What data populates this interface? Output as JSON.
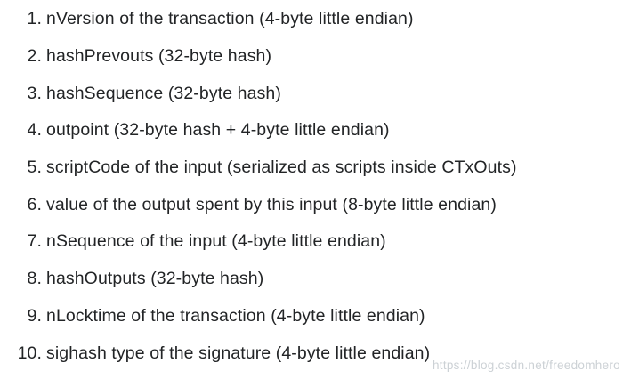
{
  "page": {
    "background_color": "#ffffff",
    "text_color": "#222426"
  },
  "list": {
    "items": [
      {
        "number": "1.",
        "text": "nVersion of the transaction (4-byte little endian)"
      },
      {
        "number": "2.",
        "text": "hashPrevouts (32-byte hash)"
      },
      {
        "number": "3.",
        "text": "hashSequence (32-byte hash)"
      },
      {
        "number": "4.",
        "text": "outpoint (32-byte hash + 4-byte little endian)"
      },
      {
        "number": "5.",
        "text": "scriptCode of the input (serialized as scripts inside CTxOuts)"
      },
      {
        "number": "6.",
        "text": "value of the output spent by this input (8-byte little endian)"
      },
      {
        "number": "7.",
        "text": "nSequence of the input (4-byte little endian)"
      },
      {
        "number": "8.",
        "text": "hashOutputs (32-byte hash)"
      },
      {
        "number": "9.",
        "text": "nLocktime of the transaction (4-byte little endian)"
      },
      {
        "number": "10.",
        "text": "sighash type of the signature (4-byte little endian)"
      }
    ]
  },
  "watermark": {
    "text": "https://blog.csdn.net/freedomhero",
    "color": "#bbc1c7"
  }
}
